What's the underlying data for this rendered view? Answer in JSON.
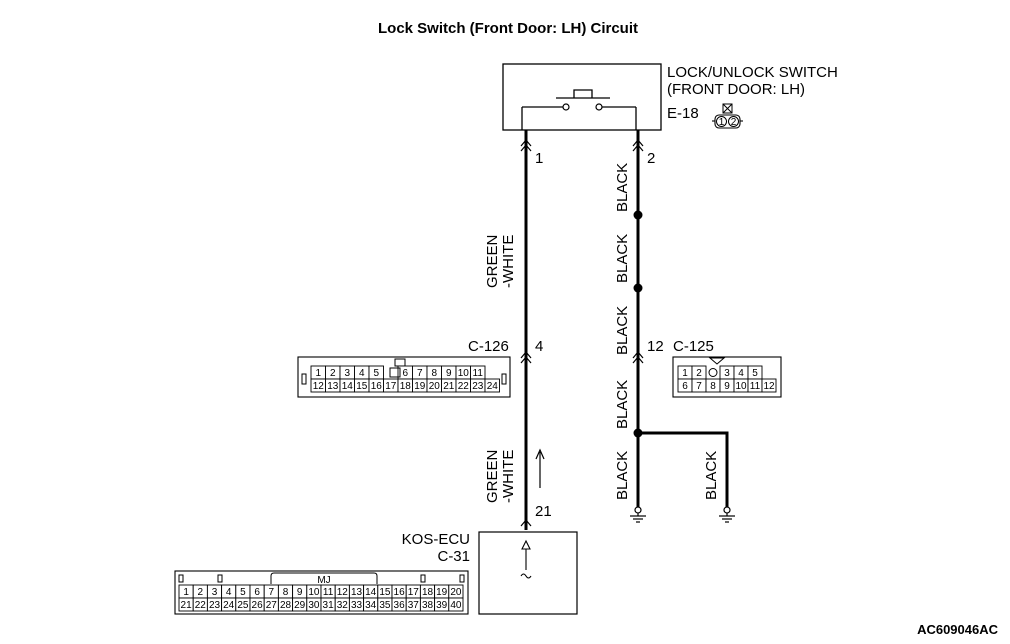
{
  "title": "Lock Switch (Front Door: LH) Circuit",
  "figure_id": "AC609046AC",
  "switch": {
    "name_line1": "LOCK/UNLOCK SWITCH",
    "name_line2": "(FRONT DOOR: LH)",
    "connector": "E-18",
    "pins": [
      "1",
      "2"
    ],
    "terminal_left": "1",
    "terminal_right": "2"
  },
  "left_wire": {
    "color_upper_line1": "GREEN",
    "color_upper_line2": "-WHITE",
    "color_lower_line1": "GREEN",
    "color_lower_line2": "-WHITE",
    "junction_connector": "C-126",
    "junction_terminal": "4",
    "ecu_terminal": "21"
  },
  "right_wire": {
    "segment_colors": [
      "BLACK",
      "BLACK",
      "BLACK",
      "BLACK",
      "BLACK"
    ],
    "junction_connector": "C-125",
    "junction_terminal": "12",
    "branch_color": "BLACK"
  },
  "connector_c126": {
    "row1": [
      "1",
      "2",
      "3",
      "4",
      "5",
      "",
      "6",
      "7",
      "8",
      "9",
      "10",
      "11"
    ],
    "row2": [
      "12",
      "13",
      "14",
      "15",
      "16",
      "17",
      "18",
      "19",
      "20",
      "21",
      "22",
      "23",
      "24"
    ]
  },
  "connector_c125": {
    "row1": [
      "1",
      "2",
      "",
      "3",
      "4",
      "5"
    ],
    "row2": [
      "6",
      "7",
      "8",
      "9",
      "10",
      "11",
      "12"
    ]
  },
  "ecu": {
    "name": "KOS-ECU",
    "connector": "C-31",
    "connector_mark": "MJ",
    "row1": [
      "1",
      "2",
      "3",
      "4",
      "5",
      "6",
      "7",
      "8",
      "9",
      "10",
      "11",
      "12",
      "13",
      "14",
      "15",
      "16",
      "17",
      "18",
      "19",
      "20"
    ],
    "row2": [
      "21",
      "22",
      "23",
      "24",
      "25",
      "26",
      "27",
      "28",
      "29",
      "30",
      "31",
      "32",
      "33",
      "34",
      "35",
      "36",
      "37",
      "38",
      "39",
      "40"
    ]
  }
}
